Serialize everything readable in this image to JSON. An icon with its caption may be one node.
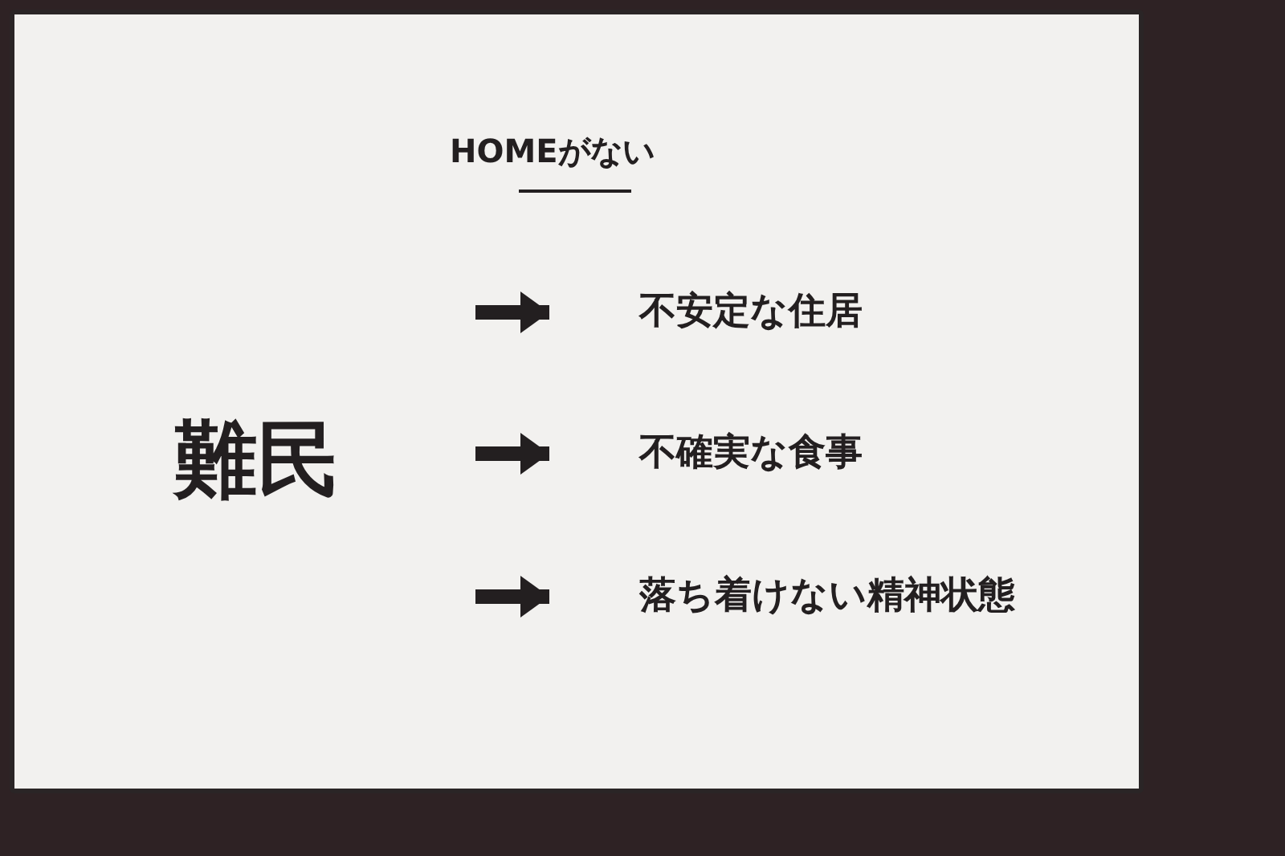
{
  "diagram": {
    "title": "HOMEがない",
    "nodes": [
      {
        "text": [
          "難民"
        ]
      },
      {
        "text": [
          "不安定な住居"
        ]
      },
      {
        "text": [
          "不確実な食事"
        ]
      },
      {
        "text": [
          "落ち着けない精神状態"
        ]
      }
    ],
    "edges": [
      {
        "from": null,
        "to": 1,
        "arrow": "to"
      },
      {
        "from": null,
        "to": 2,
        "arrow": "to"
      },
      {
        "from": null,
        "to": 3,
        "arrow": "to"
      }
    ]
  }
}
